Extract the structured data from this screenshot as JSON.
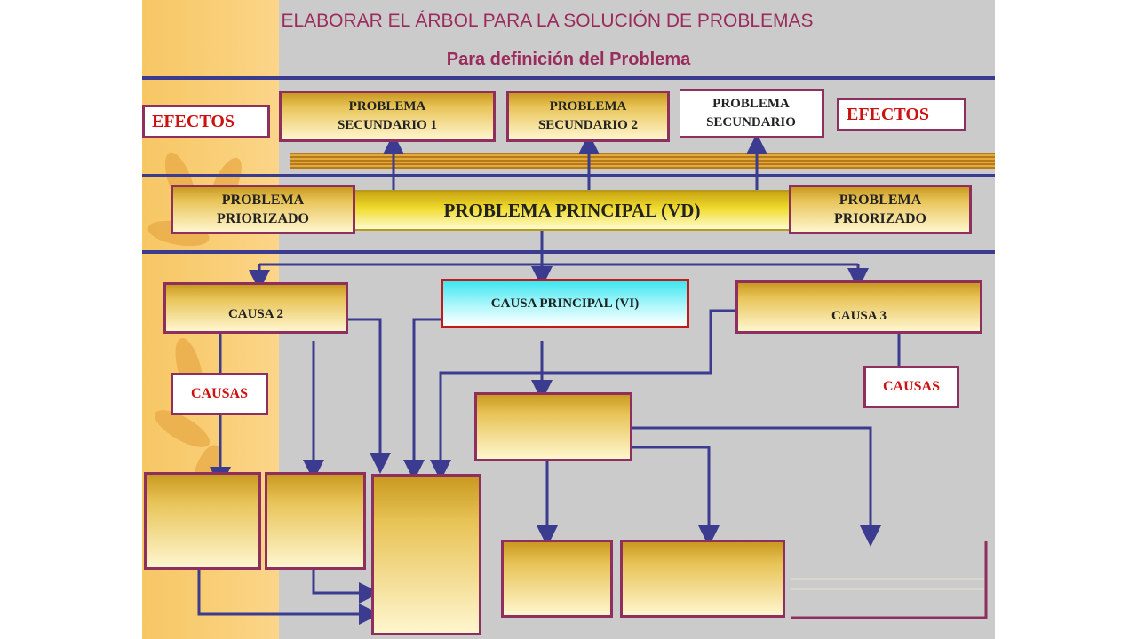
{
  "title": "ELABORAR EL ÁRBOL PARA LA SOLUCIÓN DE PROBLEMAS",
  "subtitle": "Para definición del Problema",
  "effects_label_left": "EFECTOS",
  "effects_label_right": "EFECTOS",
  "secondary_problems": [
    {
      "line1": "PROBLEMA",
      "line2": "SECUNDARIO 1"
    },
    {
      "line1": "PROBLEMA",
      "line2": "SECUNDARIO 2"
    },
    {
      "line1": "PROBLEMA",
      "line2": "SECUNDARIO"
    }
  ],
  "prioritized_left": {
    "line1": "PROBLEMA",
    "line2": "PRIORIZADO"
  },
  "prioritized_right": {
    "line1": "PROBLEMA",
    "line2": "PRIORIZADO"
  },
  "main_problem": "PROBLEMA PRINCIPAL (VD)",
  "causes": {
    "cause2": "CAUSA 2",
    "principal": "CAUSA PRINCIPAL (VI)",
    "cause3": "CAUSA 3",
    "causas_left": "CAUSAS",
    "causas_right": "CAUSAS"
  },
  "colors": {
    "accent_title": "#9b2b5c",
    "lines": "#3b3b8f",
    "box_border": "#8f2f5f",
    "red_text": "#cc1111"
  }
}
